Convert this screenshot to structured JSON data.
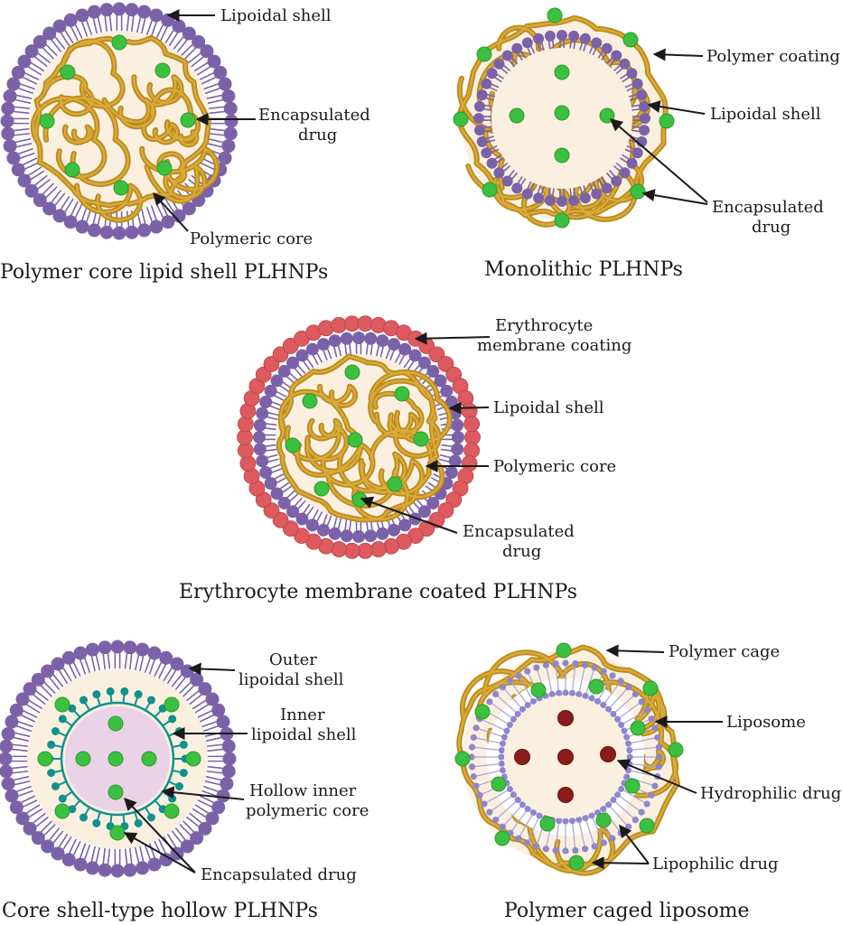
{
  "panels": {
    "polymer_core_lipid_shell": {
      "caption": "Polymer core lipid shell PLHNPs",
      "labels": {
        "lipoidal_shell": "Lipoidal shell",
        "encapsulated_drug": [
          "Encapsulated",
          "drug"
        ],
        "polymeric_core": "Polymeric core"
      }
    },
    "monolithic": {
      "caption": "Monolithic PLHNPs",
      "labels": {
        "polymer_coating": "Polymer coating",
        "lipoidal_shell": "Lipoidal shell",
        "encapsulated_drug": [
          "Encapsulated",
          "drug"
        ]
      }
    },
    "erythrocyte": {
      "caption": "Erythrocyte membrane coated PLHNPs",
      "labels": {
        "erythrocyte_coating": [
          "Erythrocyte",
          "membrane coating"
        ],
        "lipoidal_shell": "Lipoidal shell",
        "polymeric_core": "Polymeric core",
        "encapsulated_drug": [
          "Encapsulated",
          "drug"
        ]
      }
    },
    "core_shell_hollow": {
      "caption": "Core shell-type hollow PLHNPs",
      "labels": {
        "outer_lipoidal_shell": [
          "Outer",
          "lipoidal shell"
        ],
        "inner_lipoidal_shell": [
          "Inner",
          "lipoidal shell"
        ],
        "hollow_core": [
          "Hollow inner",
          "polymeric core"
        ],
        "encapsulated_drug": "Encapsulated drug"
      }
    },
    "polymer_caged_liposome": {
      "caption": "Polymer caged liposome",
      "labels": {
        "polymer_cage": "Polymer cage",
        "liposome": "Liposome",
        "hydrophilic_drug": "Hydrophilic drug",
        "lipophilic_drug": "Lipophilic drug"
      }
    }
  },
  "colors": {
    "lipid_head": "#7b62a8",
    "lipid_head_dark": "#5d4a8a",
    "polymer": "#b98a1c",
    "polymer_light": "#d9aa3a",
    "core_fill": "#fbf0e0",
    "drug": "#3cc040",
    "drug_dark": "#2a9a30",
    "rbc": "#dd5a5e",
    "teal": "#11908e",
    "pink": "#ead3e6",
    "liposome": "#a9a2d8",
    "hydrophilic": "#8c1b1b"
  }
}
